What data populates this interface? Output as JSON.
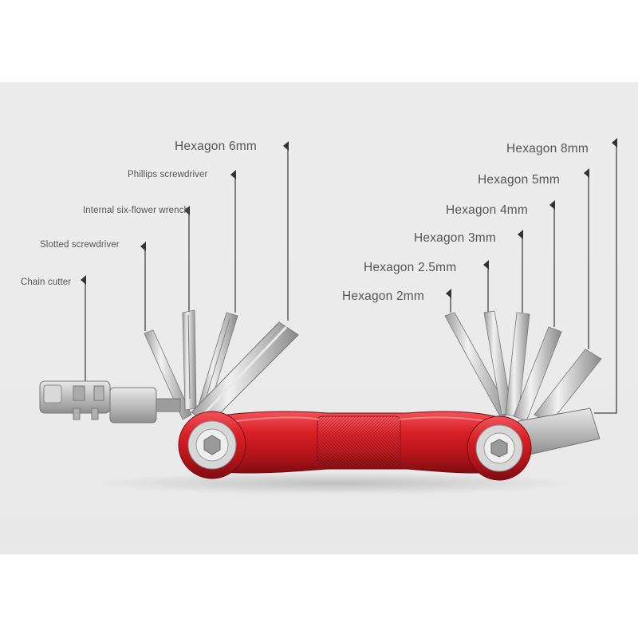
{
  "tool": {
    "left_labels": [
      {
        "key": "hex6",
        "text": "Hexagon 6mm"
      },
      {
        "key": "phillips",
        "text": "Phillips screwdriver"
      },
      {
        "key": "torx",
        "text": "Internal six-flower wrench"
      },
      {
        "key": "slotted",
        "text": "Slotted screwdriver"
      },
      {
        "key": "chain",
        "text": "Chain cutter"
      }
    ],
    "right_labels": [
      {
        "key": "hex8",
        "text": "Hexagon 8mm"
      },
      {
        "key": "hex5",
        "text": "Hexagon 5mm"
      },
      {
        "key": "hex4",
        "text": "Hexagon 4mm"
      },
      {
        "key": "hex3",
        "text": "Hexagon 3mm"
      },
      {
        "key": "hex25",
        "text": "Hexagon 2.5mm"
      },
      {
        "key": "hex2",
        "text": "Hexagon 2mm"
      }
    ],
    "colors": {
      "background": "#ebebeb",
      "handle_red": "#cc1f24",
      "metal": "#c8c8c8",
      "label_text": "#555555",
      "leader_line": "#444444"
    }
  }
}
